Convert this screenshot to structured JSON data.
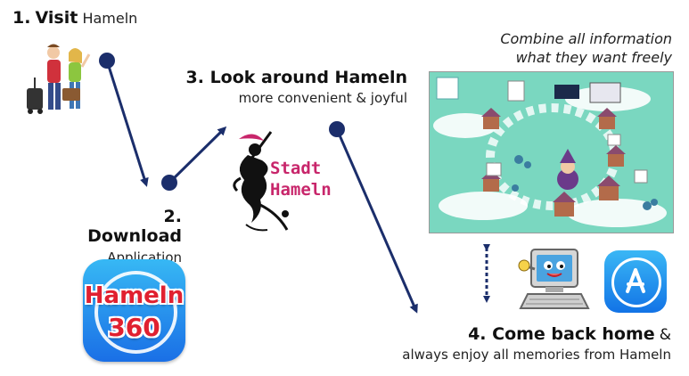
{
  "steps": {
    "visit": {
      "num": "1.",
      "title": "Visit",
      "place": "Hameln"
    },
    "download": {
      "title": "2. Download",
      "subtitle": "Application"
    },
    "look": {
      "title": "3. Look around Hameln",
      "subtitle": "more convenient & joyful"
    },
    "home": {
      "title": "4. Come back home",
      "amp": "&",
      "subtitle": "always enjoy all memories from Hameln"
    }
  },
  "combine": {
    "line1": "Combine all information",
    "line2": "what they want freely"
  },
  "app": {
    "line1": "Hameln",
    "line2": "360"
  },
  "logo": {
    "line1": "Stadt",
    "line2": "Hameln"
  },
  "colors": {
    "arrow": "#1b2e6b",
    "logo": "#c8266b",
    "app_blue": "#1a6fe6",
    "app_text": "#e02030",
    "screen_bg": "#7ad7c0"
  },
  "icons": [
    "travelers-icon",
    "pied-piper-icon",
    "computer-mascot-icon",
    "app-store-icon"
  ]
}
